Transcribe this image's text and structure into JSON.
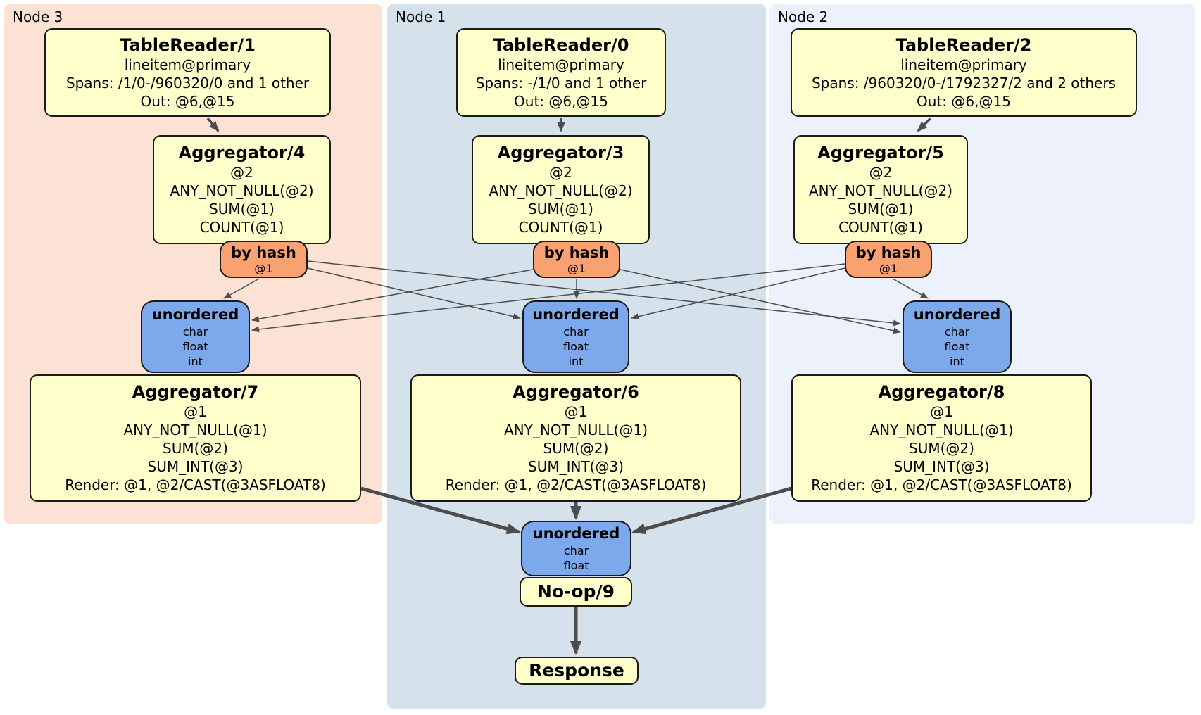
{
  "regions": {
    "node3": {
      "label": "Node 3"
    },
    "node1": {
      "label": "Node 1"
    },
    "node2": {
      "label": "Node 2"
    }
  },
  "boxes": {
    "tablereader1": {
      "title": "TableReader/1",
      "lines": [
        "lineitem@primary",
        "Spans: /1/0-/960320/0 and 1 other",
        "Out: @6,@15"
      ]
    },
    "tablereader0": {
      "title": "TableReader/0",
      "lines": [
        "lineitem@primary",
        "Spans: -/1/0 and 1 other",
        "Out: @6,@15"
      ]
    },
    "tablereader2": {
      "title": "TableReader/2",
      "lines": [
        "lineitem@primary",
        "Spans: /960320/0-/1792327/2 and 2 others",
        "Out: @6,@15"
      ]
    },
    "aggregator4": {
      "title": "Aggregator/4",
      "lines": [
        "@2",
        "ANY_NOT_NULL(@2)",
        "SUM(@1)",
        "COUNT(@1)"
      ]
    },
    "aggregator3": {
      "title": "Aggregator/3",
      "lines": [
        "@2",
        "ANY_NOT_NULL(@2)",
        "SUM(@1)",
        "COUNT(@1)"
      ]
    },
    "aggregator5": {
      "title": "Aggregator/5",
      "lines": [
        "@2",
        "ANY_NOT_NULL(@2)",
        "SUM(@1)",
        "COUNT(@1)"
      ]
    },
    "router1": {
      "title": "by hash",
      "lines": [
        "@1"
      ]
    },
    "router2": {
      "title": "by hash",
      "lines": [
        "@1"
      ]
    },
    "router3": {
      "title": "by hash",
      "lines": [
        "@1"
      ]
    },
    "sync1": {
      "title": "unordered",
      "lines": [
        "char",
        "float",
        "int"
      ]
    },
    "sync2": {
      "title": "unordered",
      "lines": [
        "char",
        "float",
        "int"
      ]
    },
    "sync3": {
      "title": "unordered",
      "lines": [
        "char",
        "float",
        "int"
      ]
    },
    "aggregator7": {
      "title": "Aggregator/7",
      "lines": [
        "@1",
        "ANY_NOT_NULL(@1)",
        "SUM(@2)",
        "SUM_INT(@3)",
        "Render: @1, @2/CAST(@3ASFLOAT8)"
      ]
    },
    "aggregator6": {
      "title": "Aggregator/6",
      "lines": [
        "@1",
        "ANY_NOT_NULL(@1)",
        "SUM(@2)",
        "SUM_INT(@3)",
        "Render: @1, @2/CAST(@3ASFLOAT8)"
      ]
    },
    "aggregator8": {
      "title": "Aggregator/8",
      "lines": [
        "@1",
        "ANY_NOT_NULL(@1)",
        "SUM(@2)",
        "SUM_INT(@3)",
        "Render: @1, @2/CAST(@3ASFLOAT8)"
      ]
    },
    "syncFinal": {
      "title": "unordered",
      "lines": [
        "char",
        "float"
      ]
    },
    "noop": {
      "title": "No-op/9"
    },
    "response": {
      "title": "Response"
    }
  },
  "colors": {
    "node3_region_bg": "#fbe2d4",
    "node1_region_bg": "#d5e2ec",
    "node2_region_bg": "#ecf1fb",
    "processor_box_bg": "#ffffcc",
    "hash_router_bg": "#f9a170",
    "unordered_sync_bg": "#7ca8ec",
    "edge_color": "#4d4d4d"
  }
}
